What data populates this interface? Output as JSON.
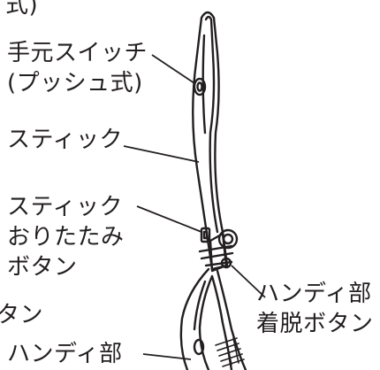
{
  "labels": {
    "top_partial": "式)",
    "hand_switch_line1": "手元スイッチ",
    "hand_switch_line2": "(プッシュ式)",
    "stick": "スティック",
    "stick_fold_line1": "スティック",
    "stick_fold_line2": "おりたたみ",
    "stick_fold_line3": "ボタン",
    "handy_release_line1": "ハンディ部",
    "handy_release_line2": "着脱ボタン",
    "left_partial": "タン",
    "handy_part": "ハンディ部"
  },
  "colors": {
    "line": "#231f20",
    "background": "#ffffff"
  }
}
